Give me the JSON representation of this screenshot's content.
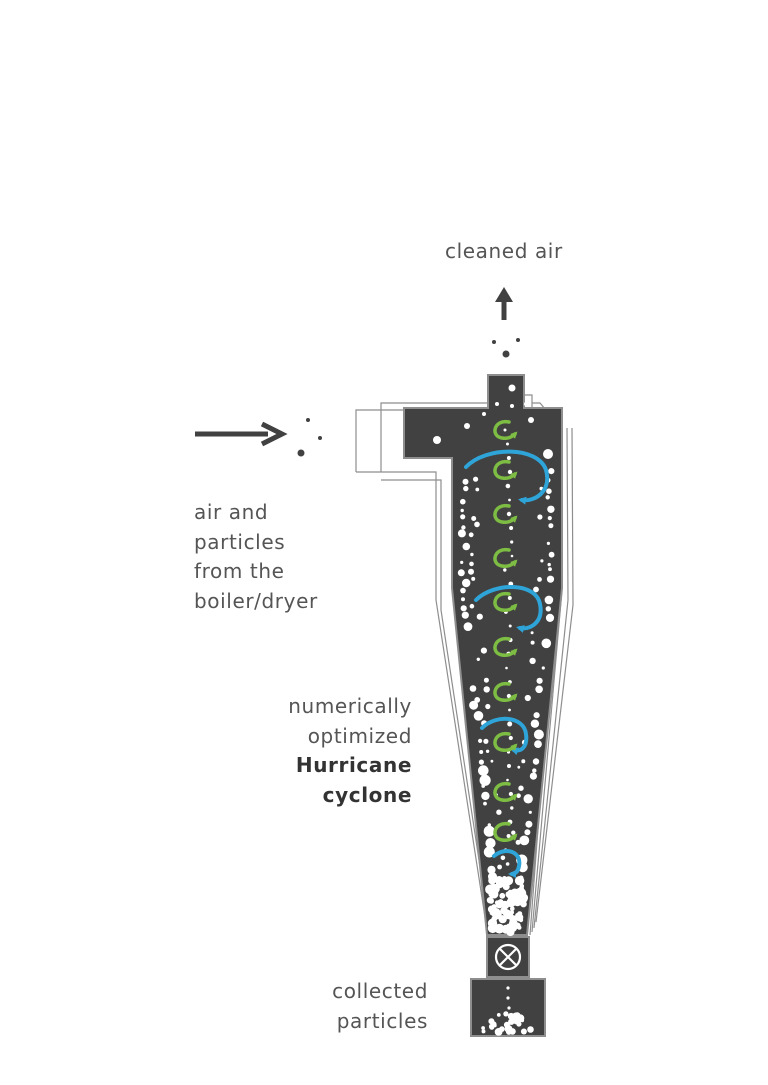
{
  "labels": {
    "cleaned_air": "cleaned air",
    "inlet": [
      "air and",
      "particles",
      "from the",
      "boiler/dryer"
    ],
    "cyclone_regular": [
      "numerically",
      "optimized"
    ],
    "cyclone_bold": [
      "Hurricane",
      "cyclone"
    ],
    "collected": [
      "collected",
      "particles"
    ]
  },
  "colors": {
    "body": "#414141",
    "outline": "#8e8e8e",
    "text": "#555555",
    "inner_vortex": "#7dbd43",
    "outer_vortex": "#2ea4d8",
    "particles": "#ffffff"
  },
  "icons": {
    "inlet_arrow": "arrow-right-icon",
    "outlet_arrow": "arrow-up-icon",
    "airlock_valve": "x-circle-icon"
  }
}
